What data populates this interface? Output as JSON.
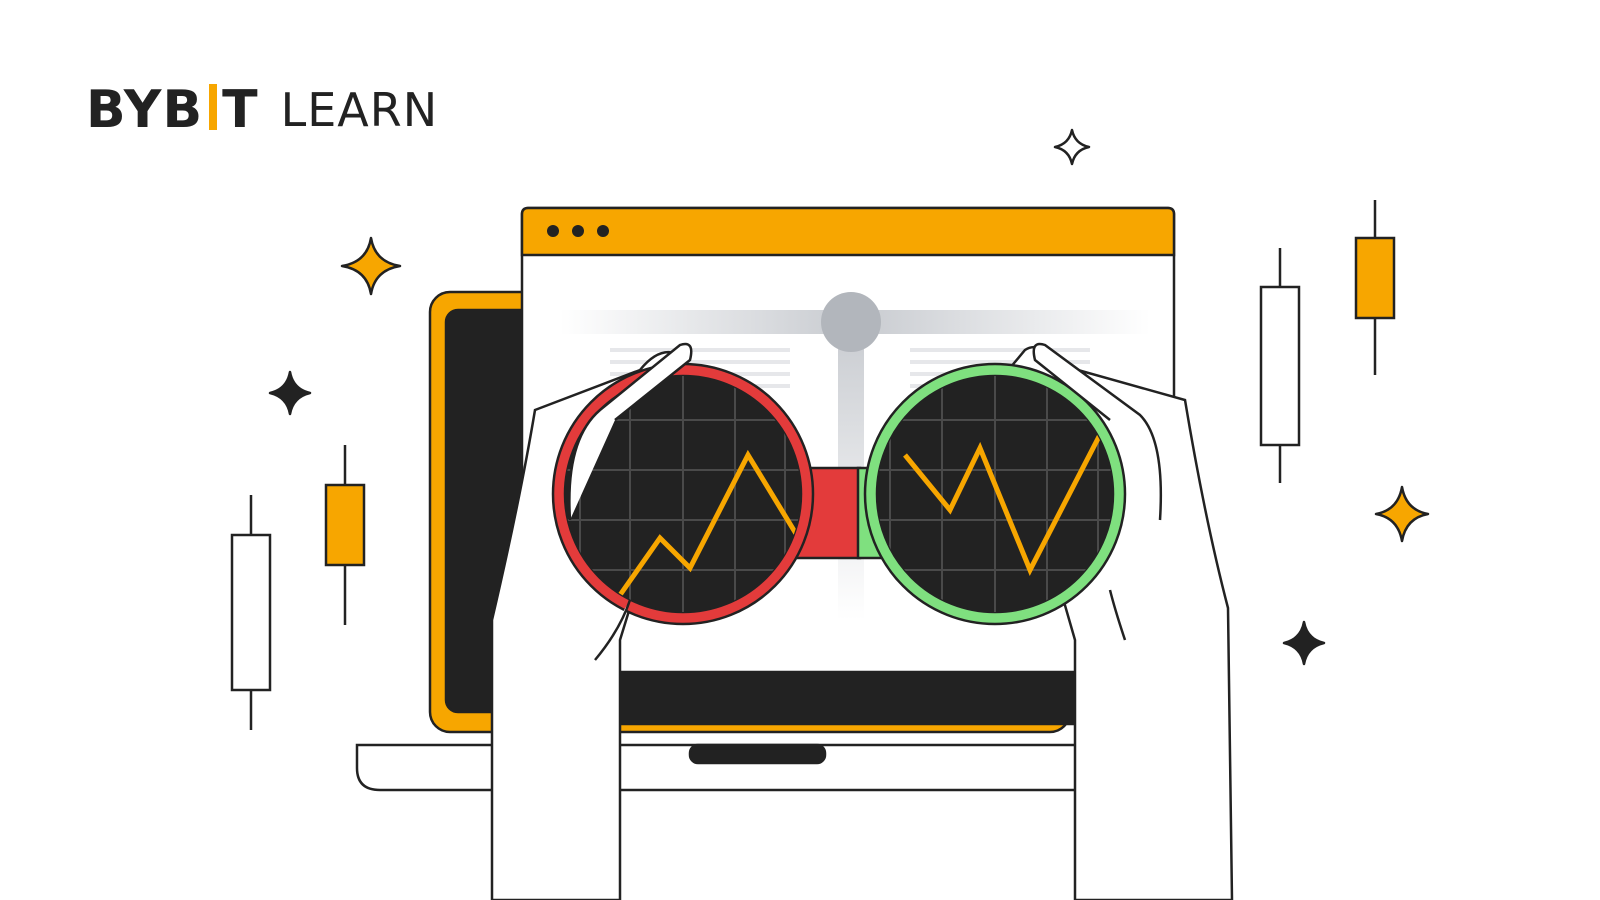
{
  "logo": {
    "brand_part1": "BYB",
    "brand_part2": "T",
    "subtitle": "LEARN"
  },
  "colors": {
    "accent_orange": "#f7a600",
    "dark": "#222222",
    "red": "#e33b3b",
    "green": "#7fe07f",
    "background": "#ffffff"
  },
  "illustration": {
    "subject": "hands holding binoculars with chart lines in front of a browser window and laptop",
    "icons": [
      "sparkle-icon",
      "candlestick-icon",
      "browser-window",
      "laptop",
      "binoculars"
    ]
  }
}
